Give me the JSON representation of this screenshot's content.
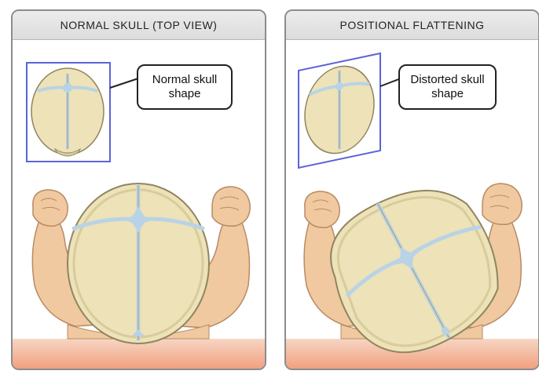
{
  "panels": {
    "left": {
      "title": "NORMAL SKULL (TOP VIEW)",
      "callout_line1": "Normal skull",
      "callout_line2": "shape"
    },
    "right": {
      "title": "POSITIONAL FLATTENING",
      "callout_line1": "Distorted skull",
      "callout_line2": "shape"
    }
  },
  "colors": {
    "skull": "#ede2b8",
    "skull_outline": "#8f8560",
    "fontanelle": "#b9d3e6",
    "skin": "#f0c9a0",
    "skin_outline": "#b98a64",
    "frame": "#5b63d8",
    "surface": "#f2a98a"
  }
}
